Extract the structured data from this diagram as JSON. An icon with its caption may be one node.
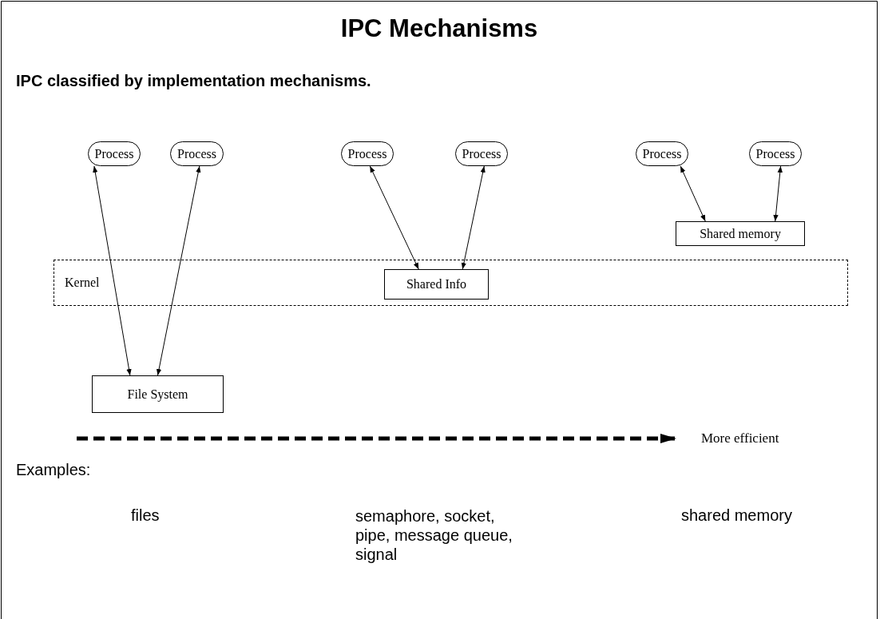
{
  "diagram": {
    "title": "IPC Mechanisms",
    "caption": "IPC classified by implementation mechanisms.",
    "nodes": [
      {
        "text": [
          "Process"
        ]
      },
      {
        "text": [
          "Process"
        ]
      },
      {
        "text": [
          "Process"
        ]
      },
      {
        "text": [
          "Process"
        ]
      },
      {
        "text": [
          "Process"
        ]
      },
      {
        "text": [
          "Process"
        ]
      },
      {
        "text": [
          "Shared memory"
        ]
      },
      {
        "text": [
          "Kernel"
        ]
      },
      {
        "text": [
          "Shared Info"
        ],
        "in": 7
      },
      {
        "text": [
          "File System"
        ]
      }
    ],
    "edges": [
      {
        "from": 0,
        "to": 9,
        "arrow": "both"
      },
      {
        "from": 1,
        "to": 9,
        "arrow": "both"
      },
      {
        "from": 2,
        "to": 8,
        "arrow": "both"
      },
      {
        "from": 3,
        "to": 8,
        "arrow": "both"
      },
      {
        "from": 4,
        "to": 6,
        "arrow": "both"
      },
      {
        "from": 5,
        "to": 6,
        "arrow": "both"
      }
    ],
    "labels": [
      "More efficient",
      "Examples:",
      "files",
      "semaphore, socket, pipe, message queue, signal",
      "shared memory"
    ]
  }
}
